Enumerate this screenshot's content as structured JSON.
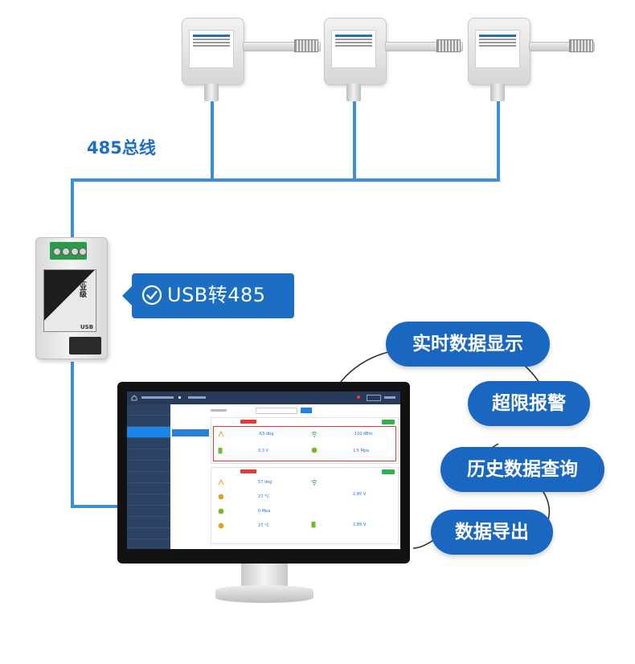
{
  "bus_label": "485总线",
  "converter": {
    "badge_text": "USB转485",
    "device_usb_label": "USB",
    "device_side_text": "工业级"
  },
  "features": [
    {
      "label": "实时数据显示"
    },
    {
      "label": "超限报警"
    },
    {
      "label": "历史数据查询"
    },
    {
      "label": "数据导出"
    }
  ],
  "screen": {
    "values": [
      "-63 dbg",
      "3.3 V",
      "-110 dBm",
      "1.5 Mpa",
      "57 deg",
      "27 °C",
      "2.85 V",
      "0 Mpa",
      "27 °C",
      "2.85 V"
    ]
  },
  "colors": {
    "wire": "#3a8fd8",
    "badge": "#1b6ec1",
    "bubble": "#1a67c2"
  }
}
